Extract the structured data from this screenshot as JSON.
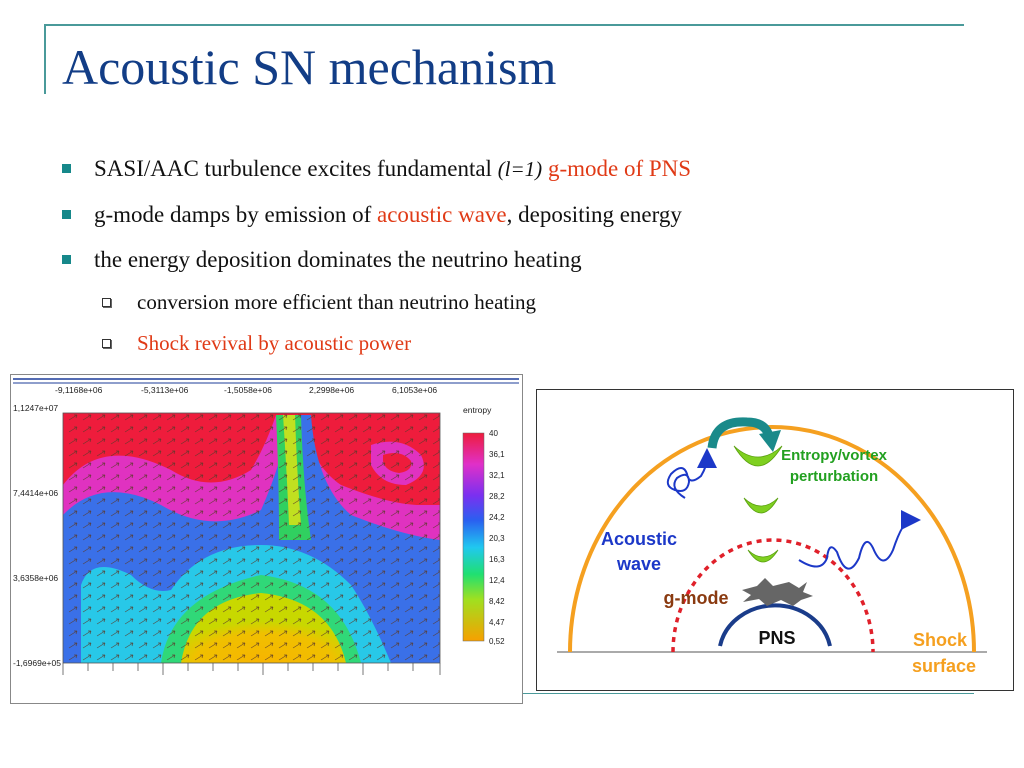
{
  "slide": {
    "title": "Acoustic SN mechanism",
    "bullets": [
      {
        "pre": "SASI/AAC turbulence excites fundamental ",
        "math": "(l=1)",
        "highlight": " g-mode of PNS"
      },
      {
        "pre": "g-mode damps by emission of ",
        "highlight": "acoustic wave",
        "post": ", depositing energy"
      },
      {
        "pre": "the energy deposition dominates the neutrino heating"
      }
    ],
    "subbullets": [
      {
        "text": "conversion more efficient than neutrino heating"
      },
      {
        "text": "Shock revival by acoustic power"
      }
    ],
    "colors": {
      "title": "#123d86",
      "highlight": "#e03a16",
      "bullet": "#16888a",
      "frame": "#4a9a9a"
    }
  },
  "simulation_plot": {
    "x_ticks": [
      "-9,1168e+06",
      "-5,3113e+06",
      "-1,5058e+06",
      "2,2998e+06",
      "6,1053e+06"
    ],
    "y_ticks": [
      "1,1247e+07",
      "7,4414e+06",
      "3,6358e+06",
      "-1,6969e+05"
    ],
    "colorbar_title": "entropy",
    "colorbar_ticks": [
      "40",
      "36,1",
      "32,1",
      "28,2",
      "24,2",
      "20,3",
      "16,3",
      "12,4",
      "8,42",
      "4,47",
      "0,52"
    ],
    "colors": {
      "high": "#ee1c3c",
      "mid": "#3a70e8",
      "low": "#f7a000"
    }
  },
  "diagram": {
    "labels": {
      "entropy_line1": "Entropy/vortex",
      "entropy_line2": "perturbation",
      "acoustic_line1": "Acoustic",
      "acoustic_line2": "wave",
      "gmode": "g-mode",
      "pns": "PNS",
      "shock_line1": "Shock",
      "shock_line2": "surface"
    },
    "colors": {
      "shock": "#f5a020",
      "gmode_circle": "#e0202a",
      "pns": "#1a3c8a",
      "perturbation": "#7fd020",
      "wave": "#1c38c8",
      "arrow": "#1a8a8a"
    }
  }
}
